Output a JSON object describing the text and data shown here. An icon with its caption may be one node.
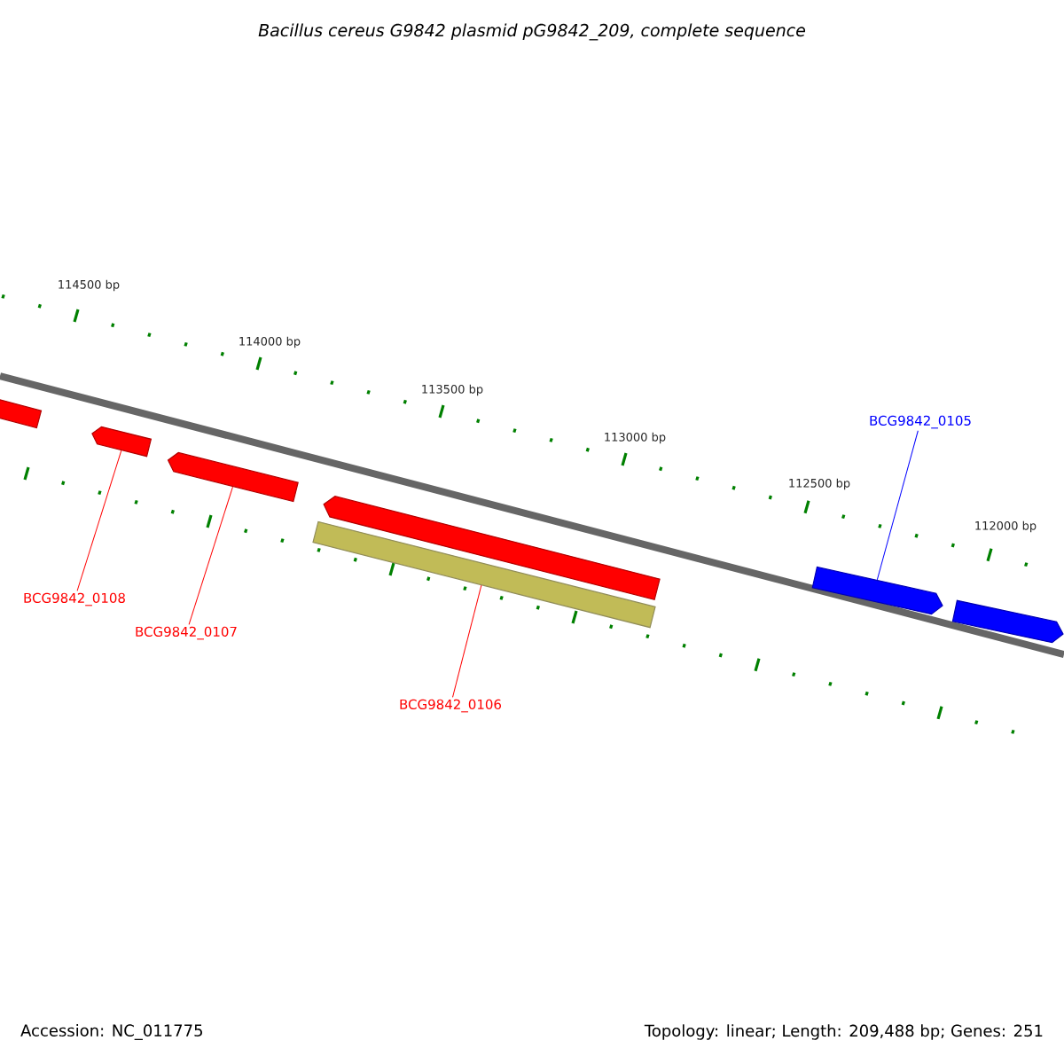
{
  "diagram": {
    "title": "*Bacillus cereus* G9842 plasmid pG9842_209, complete sequence",
    "nodes": [
      {
        "text": [
          "BCG9842_0105"
        ]
      },
      {
        "text": [
          "BCG9842_0108"
        ]
      },
      {
        "text": [
          "BCG9842_0107"
        ]
      },
      {
        "text": [
          "BCG9842_0106"
        ]
      },
      {
        "text": [],
        "shape": "bar"
      },
      {
        "text": [],
        "shape": "bar"
      },
      {
        "text": [],
        "shape": "bar"
      },
      {
        "text": [],
        "shape": "bar"
      },
      {
        "text": [],
        "shape": "bar"
      },
      {
        "text": [],
        "shape": "bar"
      },
      {
        "text": [],
        "shape": "bar"
      }
    ],
    "edges": [
      {
        "from": 0,
        "to": 9,
        "arrow": "none",
        "color": "#0000ff"
      },
      {
        "from": 1,
        "to": 5,
        "arrow": "none"
      },
      {
        "from": 2,
        "to": 6,
        "arrow": "none"
      },
      {
        "from": 3,
        "to": 7,
        "arrow": "none"
      }
    ],
    "labels": [
      "114500 bp",
      "114000 bp",
      "113500 bp",
      "113000 bp",
      "112500 bp",
      "112000 bp",
      "Accession: NC_011775",
      "Topology: linear; Length: 209,488 bp; Genes: 251"
    ]
  }
}
